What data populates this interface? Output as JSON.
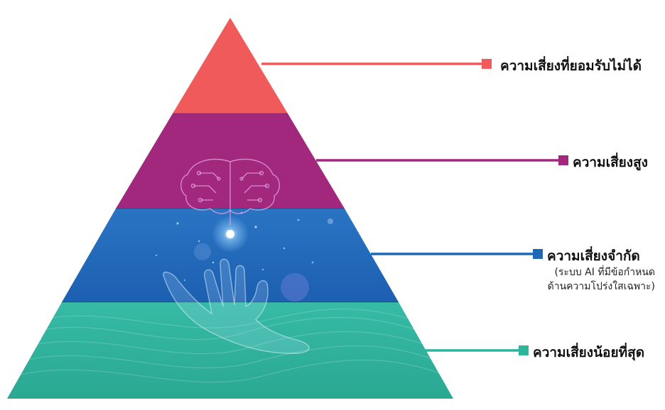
{
  "levels": [
    {
      "id": "unacceptable",
      "label": "ความเสี่ยงที่ยอมรับไม่ได้",
      "color": "#F15A5A"
    },
    {
      "id": "high",
      "label": "ความเสี่ยงสูง",
      "color": "#A2287E"
    },
    {
      "id": "limited",
      "label": "ความเสี่ยงจำกัด",
      "note_line1": "(ระบบ AI ที่มีข้อกำหนด",
      "note_line2": "ด้านความโปร่งใสเฉพาะ)",
      "color": "#1E68B8"
    },
    {
      "id": "minimal",
      "label": "ความเสี่ยงน้อยที่สุด",
      "color": "#2EB39C"
    }
  ],
  "illustration": {
    "brain_icon": "circuit-brain-icon",
    "hand_icon": "open-hand-icon"
  }
}
